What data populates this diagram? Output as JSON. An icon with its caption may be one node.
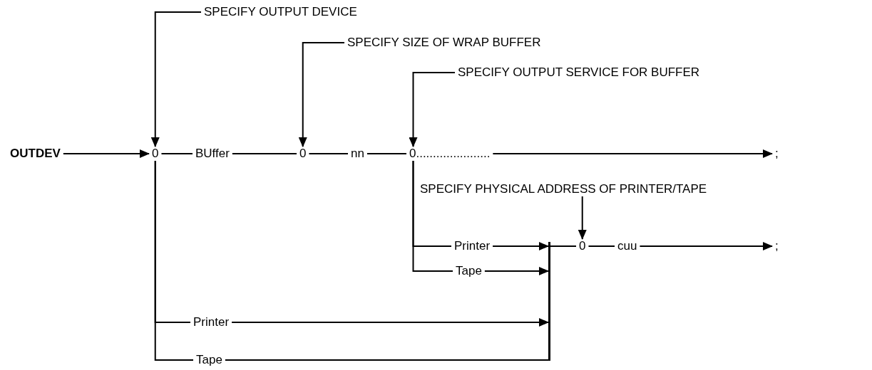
{
  "diagram": {
    "nodes": [
      {
        "text": [
          "OUTDEV"
        ]
      },
      {
        "text": [
          "0"
        ]
      },
      {
        "text": [
          "BUffer"
        ]
      },
      {
        "text": [
          "0"
        ]
      },
      {
        "text": [
          "nn"
        ]
      },
      {
        "text": [
          "0......................"
        ]
      },
      {
        "text": [
          ";"
        ]
      },
      {
        "text": [
          "SPECIFY OUTPUT DEVICE"
        ]
      },
      {
        "text": [
          "SPECIFY SIZE OF WRAP BUFFER"
        ]
      },
      {
        "text": [
          "SPECIFY OUTPUT SERVICE FOR BUFFER"
        ]
      },
      {
        "text": [
          "SPECIFY PHYSICAL ADDRESS OF PRINTER/TAPE"
        ]
      },
      {
        "text": [
          "Printer"
        ]
      },
      {
        "text": [
          "Tape"
        ]
      },
      {
        "text": [
          "0"
        ]
      },
      {
        "text": [
          "cuu"
        ]
      },
      {
        "text": [
          ";"
        ]
      },
      {
        "text": [
          "Printer"
        ]
      },
      {
        "text": [
          "Tape"
        ]
      },
      {
        "text": [],
        "shape": "bar"
      }
    ],
    "edges": [
      {
        "from": 0,
        "to": 1,
        "arrow": "to"
      },
      {
        "from": 1,
        "to": 2,
        "arrow": "none"
      },
      {
        "from": 2,
        "to": 3,
        "arrow": "none"
      },
      {
        "from": 3,
        "to": 4,
        "arrow": "none"
      },
      {
        "from": 4,
        "to": 5,
        "arrow": "none"
      },
      {
        "from": 5,
        "to": 6,
        "arrow": "to"
      },
      {
        "from": 7,
        "to": 1,
        "arrow": "to"
      },
      {
        "from": 8,
        "to": 3,
        "arrow": "to"
      },
      {
        "from": 9,
        "to": 5,
        "arrow": "to"
      },
      {
        "from": 10,
        "to": 13,
        "arrow": "to"
      },
      {
        "from": 5,
        "to": 11,
        "arrow": "none"
      },
      {
        "from": 5,
        "to": 12,
        "arrow": "none"
      },
      {
        "from": 11,
        "to": 18,
        "arrow": "to"
      },
      {
        "from": 12,
        "to": 18,
        "arrow": "to"
      },
      {
        "from": 1,
        "to": 16,
        "arrow": "none"
      },
      {
        "from": 1,
        "to": 17,
        "arrow": "none"
      },
      {
        "from": 16,
        "to": 18,
        "arrow": "to"
      },
      {
        "from": 17,
        "to": 18,
        "arrow": "none"
      },
      {
        "from": 18,
        "to": 13,
        "arrow": "none"
      },
      {
        "from": 13,
        "to": 14,
        "arrow": "none"
      },
      {
        "from": 14,
        "to": 15,
        "arrow": "to"
      }
    ]
  }
}
